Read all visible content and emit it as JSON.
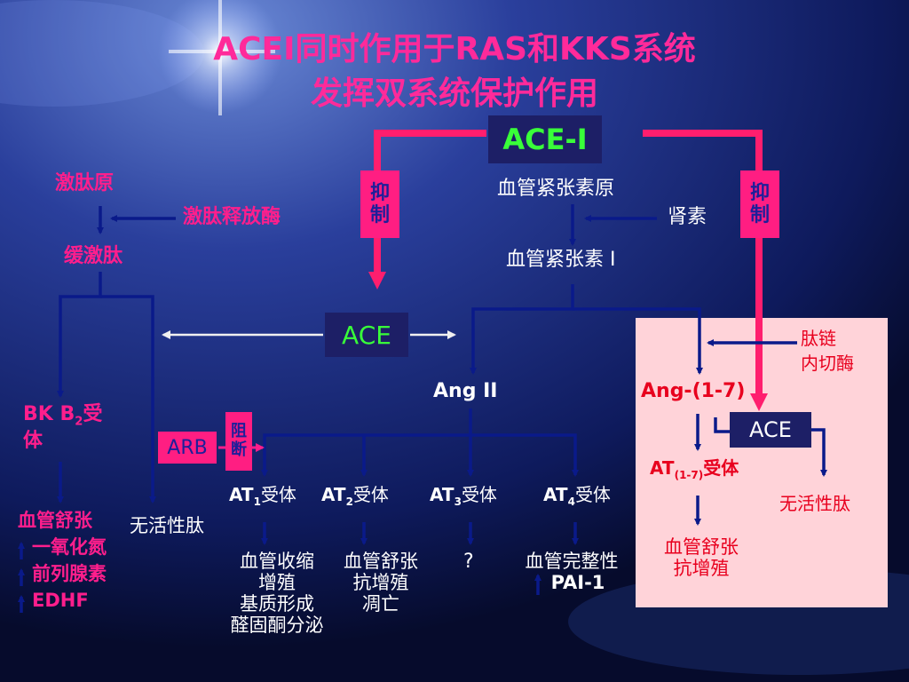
{
  "title": {
    "line1": "ACEI同时作用于RAS和KKS系统",
    "line2": "发挥双系统保护作用"
  },
  "boxes": {
    "ace_i": "ACE-I",
    "ace_mid": "ACE",
    "ace_right": "ACE",
    "arb": "ARB",
    "inhibit_char1": "抑",
    "inhibit_char2": "制",
    "block_char1": "阻",
    "block_char2": "断"
  },
  "kks": {
    "kininogen": "激肽原",
    "kallikrein": "激肽释放酶",
    "bradykinin": "缓激肽",
    "bk_b2_prefix": "BK B",
    "bk_b2_sub": "2",
    "bk_b2_suffix": "受",
    "bk_b2_line2": "体",
    "vasodilation": "血管舒张",
    "no": "一氧化氮",
    "prostaglandin": "前列腺素",
    "edhf": "EDHF",
    "inactive_peptide": "无活性肽"
  },
  "ras": {
    "angiotensinogen": "血管紧张素原",
    "renin": "肾素",
    "ang1": "血管紧张素 I",
    "ang2": "Ang II",
    "at_label": "AT",
    "receptor_suffix": "受体",
    "at1_sub": "1",
    "at2_sub": "2",
    "at3_sub": "3",
    "at4_sub": "4",
    "at1_effects": [
      "血管收缩",
      "增殖",
      "基质形成",
      "醛固酮分泌"
    ],
    "at2_effects": [
      "血管舒张",
      "抗增殖",
      "凋亡"
    ],
    "at3_effects": "?",
    "at4_effects": [
      "血管完整性",
      "PAI-1"
    ]
  },
  "ang17": {
    "endopeptidase_line1": "肽链",
    "endopeptidase_line2": "内切酶",
    "ang17": "Ang-(1-7)",
    "at17_sub": "(1-7)",
    "inactive_peptide": "无活性肽",
    "effect_line1": "血管舒张",
    "effect_line2": "抗增殖"
  },
  "colors": {
    "magenta": "#ff1e8c",
    "arrow_red": "#ff1e6e",
    "navy_arrow": "#0a1a8a",
    "green": "#39ff39",
    "panel_pink": "#ffd3d9"
  }
}
